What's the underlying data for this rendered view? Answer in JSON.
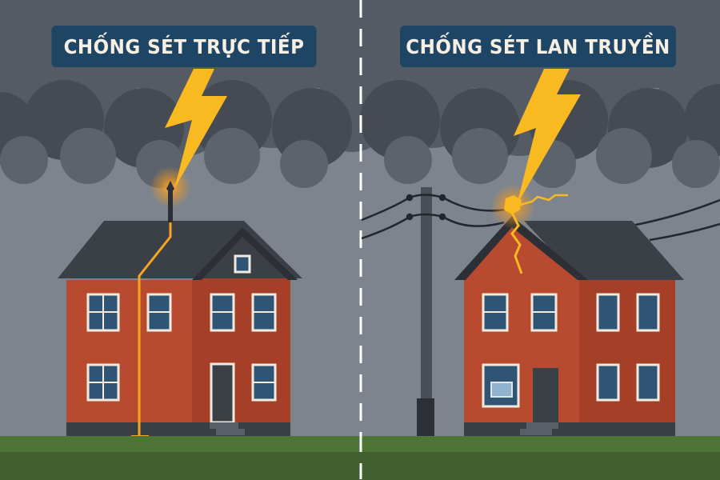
{
  "panels": {
    "left": {
      "title": "CHỐNG SÉT TRỰC TIẾP",
      "scene": "house-with-lightning-rod",
      "description": "Lightning strikes rooftop lightning rod; current travels down a conductor to ground"
    },
    "right": {
      "title": "CHỐNG SÉT LAN TRUYỀN",
      "scene": "house-with-power-lines",
      "description": "Lightning strikes power lines near house; surge propagates into house"
    }
  },
  "colors": {
    "sky": "#7d848d",
    "cloud_dark": "#40454d",
    "cloud_mid": "#545a63",
    "label_bg": "#1f4565",
    "label_text": "#f6efe4",
    "lightning": "#f8b921",
    "house_wall": "#b84a2f",
    "house_wall_shade": "#a63f28",
    "roof": "#3b3f46",
    "window_glass": "#2f5474",
    "window_frame": "#f3ebe0",
    "ground_light": "#4f7536",
    "ground_dark": "#415f2f",
    "divider": "#ffffff"
  }
}
